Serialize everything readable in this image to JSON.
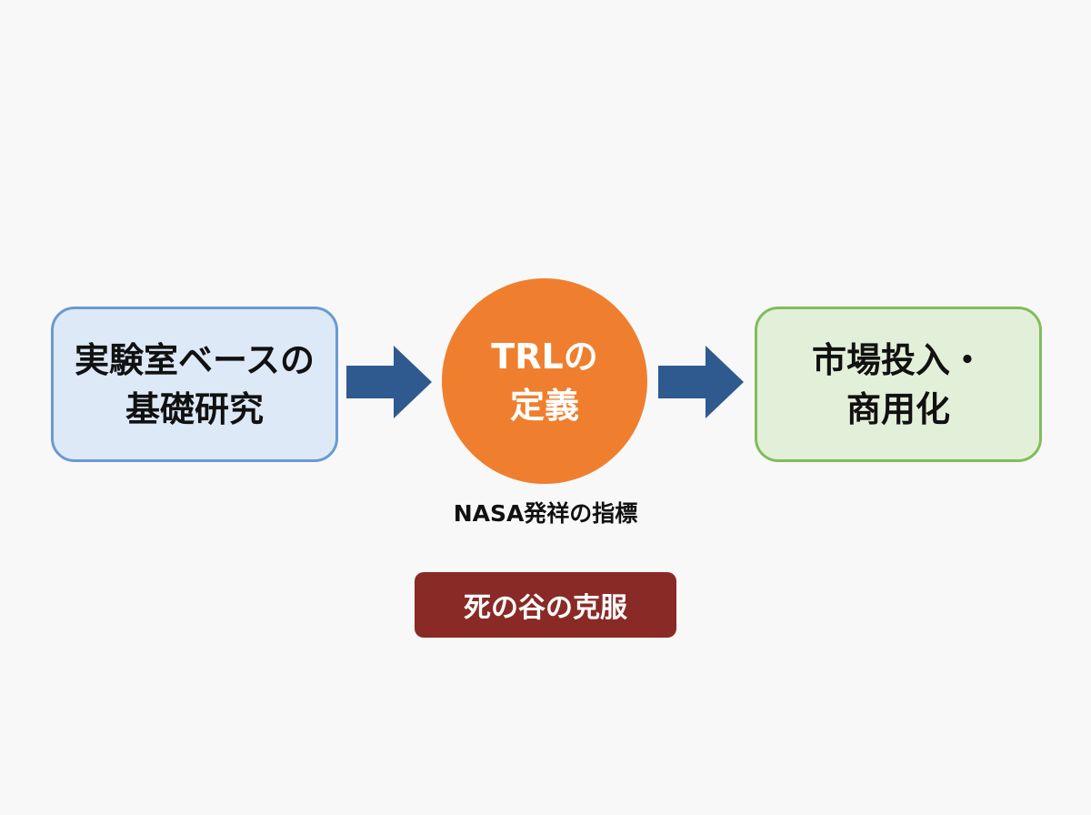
{
  "diagram": {
    "left_box": {
      "line1": "実験室ベースの",
      "line2": "基礎研究",
      "fill": "#dde9f6",
      "border": "#6a9ad0"
    },
    "center_circle": {
      "line1": "TRLの",
      "line2": "定義",
      "fill": "#ef7f2f"
    },
    "right_box": {
      "line1": "市場投入・",
      "line2": "商用化",
      "fill": "#e3f0d9",
      "border": "#80bd5b"
    },
    "caption": "NASA発祥の指標",
    "badge": {
      "label": "死の谷の克服",
      "fill": "#8a2a26"
    },
    "arrow_color": "#2f5a90"
  }
}
